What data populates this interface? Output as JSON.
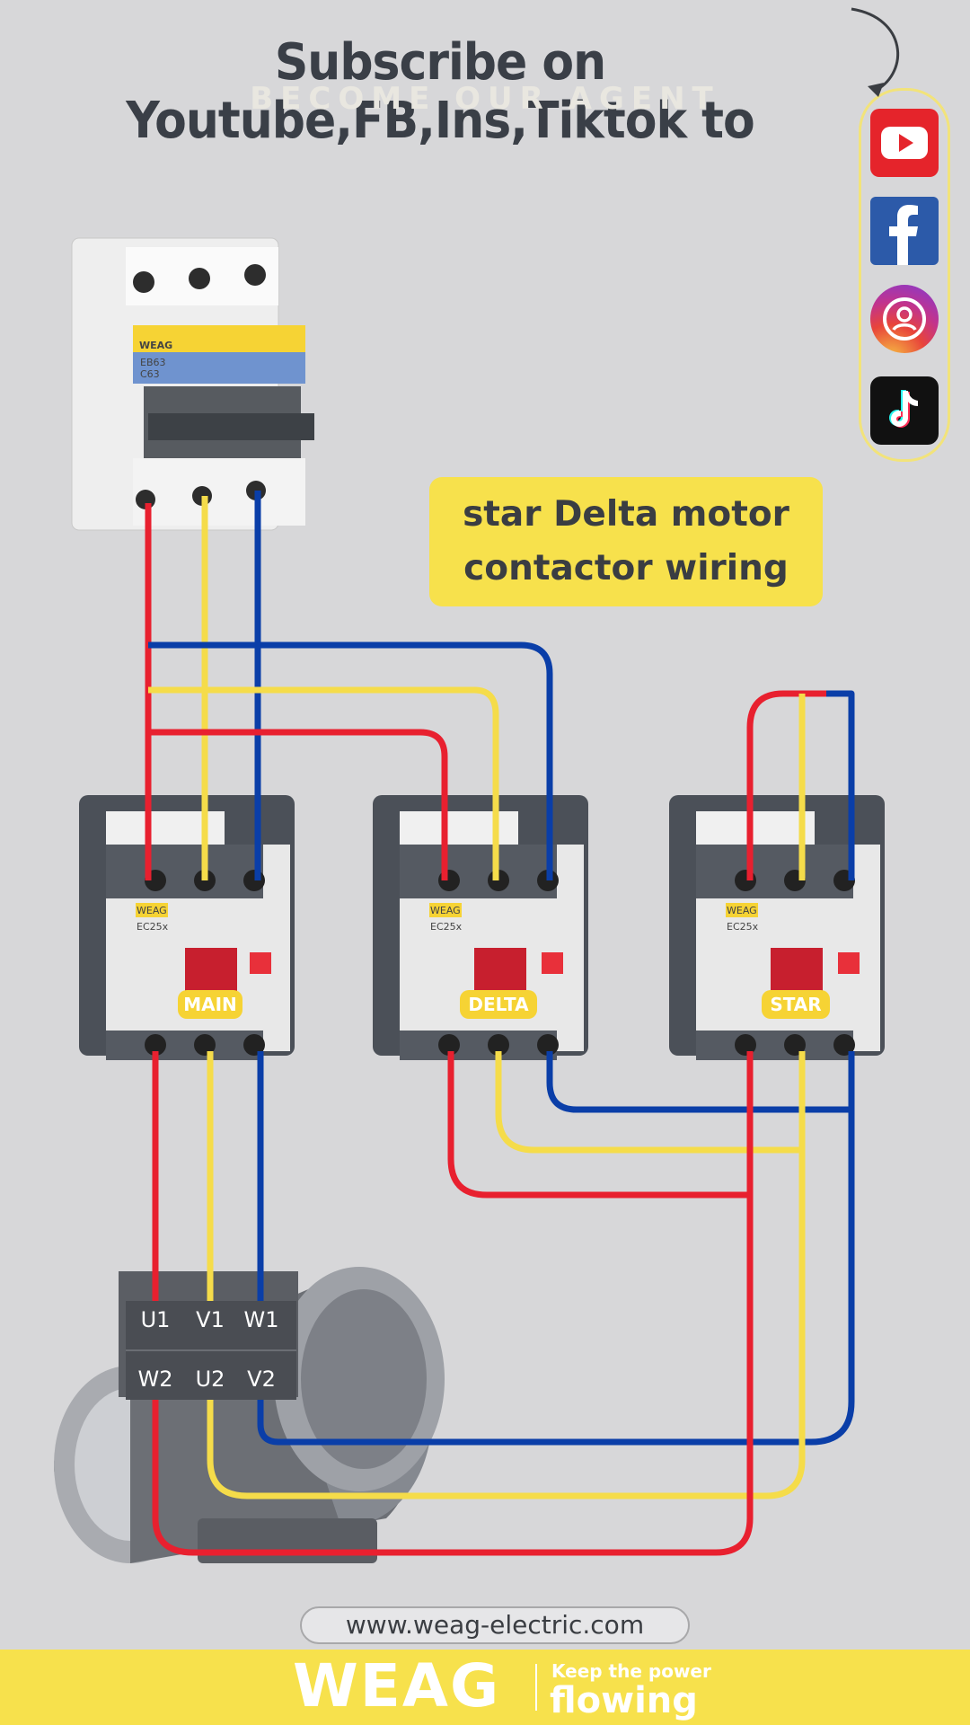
{
  "header": {
    "title": "Subscribe on Youtube,FB,Ins,Tiktok to",
    "subtitle": "BECOME OUR AGENT"
  },
  "social": [
    {
      "name": "youtube",
      "icon": "youtube-icon",
      "color": "#e5242b"
    },
    {
      "name": "facebook",
      "icon": "facebook-icon",
      "color": "#2c5aa9"
    },
    {
      "name": "instagram",
      "icon": "instagram-icon",
      "color": "#c1338e"
    },
    {
      "name": "tiktok",
      "icon": "tiktok-icon",
      "color": "#111111"
    }
  ],
  "diagram": {
    "title_line1": "star Delta motor",
    "title_line2": "contactor wiring",
    "breaker": {
      "brand": "WEAG",
      "model": "EB63",
      "rating": "C63"
    },
    "contactors": [
      {
        "label": "MAIN",
        "brand": "WEAG",
        "model": "EC25x"
      },
      {
        "label": "DELTA",
        "brand": "WEAG",
        "model": "EC25x"
      },
      {
        "label": "STAR",
        "brand": "WEAG",
        "model": "EC25x"
      }
    ],
    "motor_terminals_top": [
      "U1",
      "V1",
      "W1"
    ],
    "motor_terminals_bottom": [
      "W2",
      "U2",
      "V2"
    ],
    "wire_colors": {
      "L1": "#e8202f",
      "L2": "#f5dc4a",
      "L3": "#0a3ea8"
    }
  },
  "footer": {
    "url": "www.weag-electric.com",
    "brand": "WEAG",
    "tagline_line1": "Keep the power",
    "tagline_line2": "flowing"
  }
}
